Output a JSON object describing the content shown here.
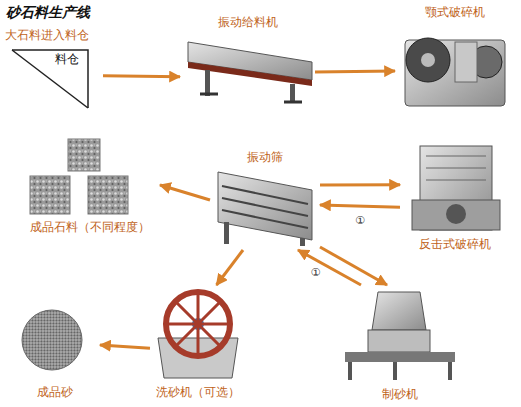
{
  "diagram": {
    "title": "砂石料生产线",
    "nodes": [
      {
        "text": [
          "大石料进入料仓",
          "料仓"
        ]
      },
      {
        "text": [
          "振动给料机"
        ]
      },
      {
        "text": [
          "颚式破碎机"
        ]
      },
      {
        "text": [
          "振动筛"
        ]
      },
      {
        "text": [
          "反击式破碎机"
        ]
      },
      {
        "text": [
          "成品石料（不同程度）"
        ]
      },
      {
        "text": [
          "洗砂机（可选）"
        ]
      },
      {
        "text": [
          "制砂机"
        ]
      },
      {
        "text": [
          "成品砂"
        ]
      }
    ],
    "edges": [
      {
        "from": 0,
        "to": 1,
        "arrow": "to"
      },
      {
        "from": 1,
        "to": 2,
        "arrow": "to"
      },
      {
        "from": 4,
        "to": 3,
        "arrow": "to",
        "label": "①"
      },
      {
        "from": 3,
        "to": 4,
        "arrow": "to"
      },
      {
        "from": 3,
        "to": 5,
        "arrow": "to"
      },
      {
        "from": 3,
        "to": 6,
        "arrow": "to"
      },
      {
        "from": 6,
        "to": 8,
        "arrow": "to"
      },
      {
        "from": 7,
        "to": 3,
        "arrow": "to",
        "label": "①"
      },
      {
        "from": 3,
        "to": 7,
        "arrow": "to"
      }
    ]
  }
}
